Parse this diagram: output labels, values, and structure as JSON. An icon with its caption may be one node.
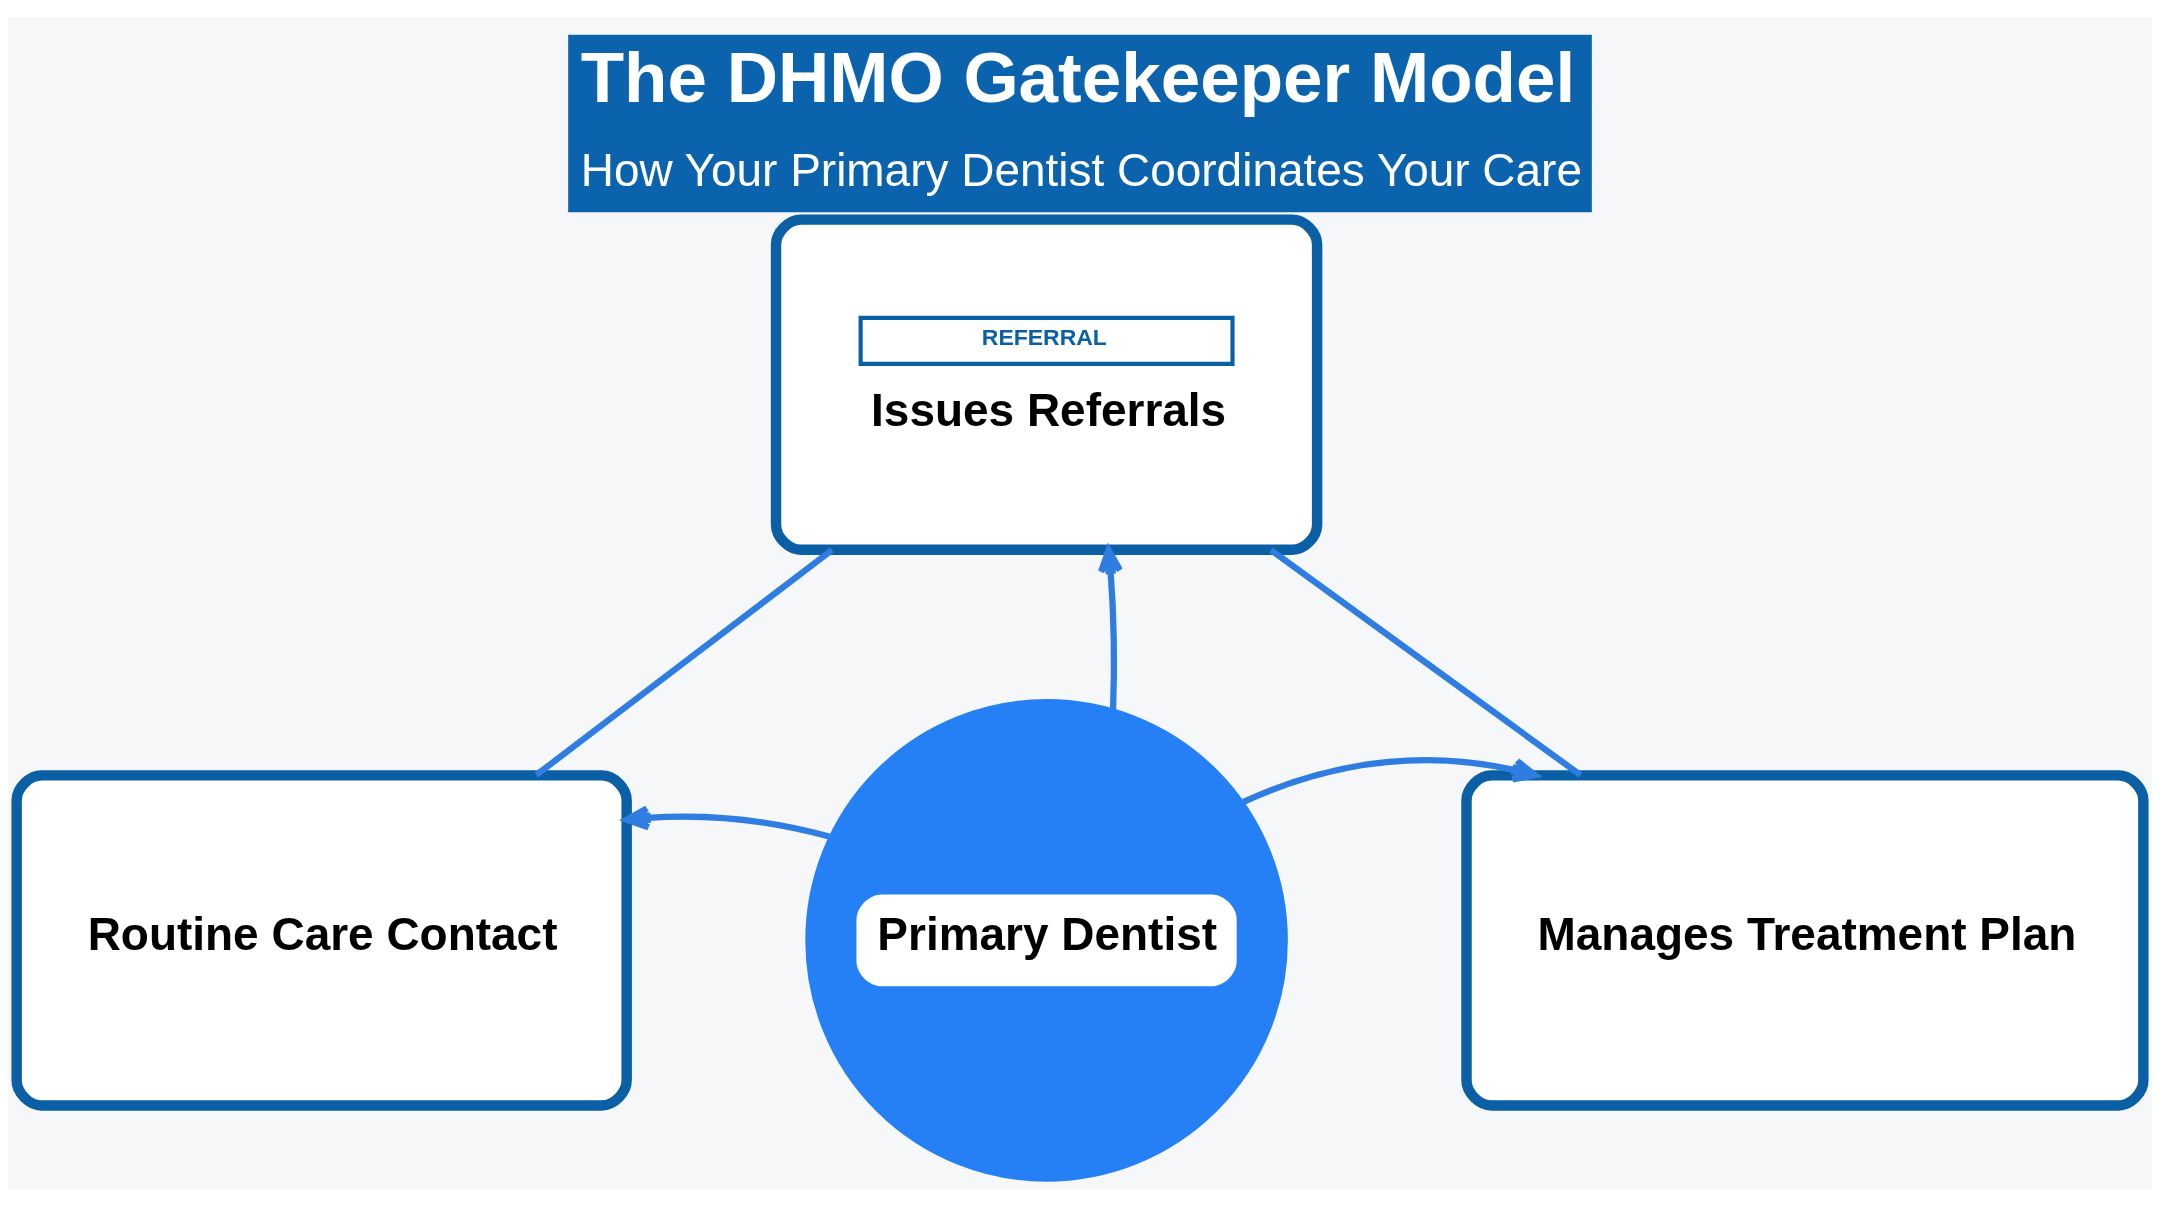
{
  "diagram": {
    "title": "The DHMO Gatekeeper Model",
    "caption": "How Your Primary Dentist Coordinates Your Care",
    "nodes": [
      {
        "text": [
          "REFERRAL",
          "Issues Referrals"
        ]
      },
      {
        "text": [
          "Routine Care Contact"
        ]
      },
      {
        "text": [
          "Primary Dentist"
        ]
      },
      {
        "text": [
          "Manages Treatment Plan"
        ]
      }
    ],
    "edges": [
      {
        "from": 2,
        "to": 0,
        "arrow": "to"
      },
      {
        "from": 2,
        "to": 1,
        "arrow": "to"
      },
      {
        "from": 2,
        "to": 3,
        "arrow": "to"
      },
      {
        "from": 1,
        "to": 0,
        "arrow": "none"
      },
      {
        "from": 0,
        "to": 3,
        "arrow": "none"
      }
    ]
  }
}
